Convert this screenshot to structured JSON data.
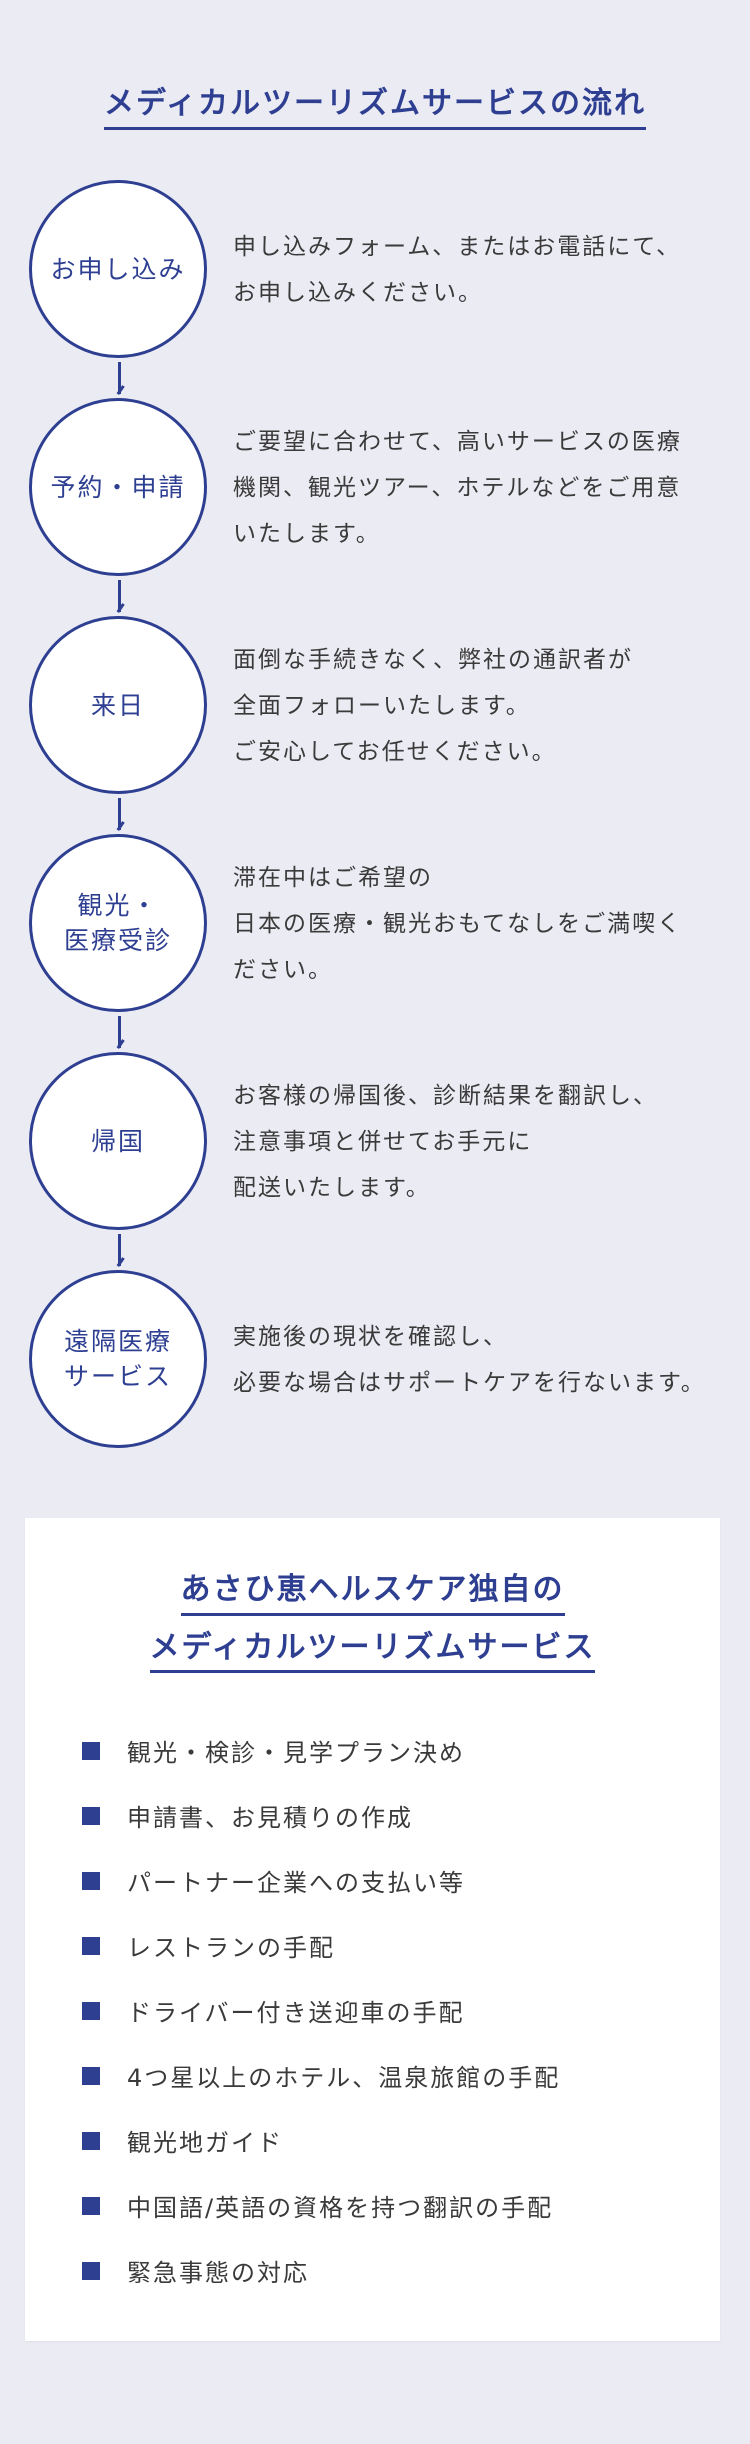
{
  "flow": {
    "title": "メディカルツーリズムサービスの流れ",
    "steps": [
      {
        "label": "お申し込み",
        "description": "申し込みフォーム、またはお電話にて、\nお申し込みください。"
      },
      {
        "label": "予約・申請",
        "description": "ご要望に合わせて、高いサービスの医療\n機関、観光ツアー、ホテルなどをご用意\nいたします。"
      },
      {
        "label": "来日",
        "description": "面倒な手続きなく、弊社の通訳者が\n全面フォローいたします。\nご安心してお任せください。"
      },
      {
        "label": "観光・\n医療受診",
        "description": "滞在中はご希望の\n日本の医療・観光おもてなしをご満喫く\nださい。"
      },
      {
        "label": "帰国",
        "description": "お客様の帰国後、診断結果を翻訳し、\n注意事項と併せてお手元に\n配送いたします。"
      },
      {
        "label": "遠隔医療\nサービス",
        "description": "実施後の現状を確認し、\n必要な場合はサポートケアを行ないます。"
      }
    ]
  },
  "services": {
    "title_line1": "あさひ恵ヘルスケア独自の",
    "title_line2": "メディカルツーリズムサービス",
    "items": [
      "観光・検診・見学プラン決め",
      "申請書、お見積りの作成",
      "パートナー企業への支払い等",
      "レストランの手配",
      "ドライバー付き送迎車の手配",
      "4つ星以上のホテル、温泉旅館の手配",
      "観光地ガイド",
      "中国語/英語の資格を持つ翻訳の手配",
      "緊急事態の対応"
    ]
  },
  "colors": {
    "accent": "#2e3f92",
    "background": "#ebebf3",
    "text": "#3a3a3a",
    "card": "#ffffff"
  }
}
